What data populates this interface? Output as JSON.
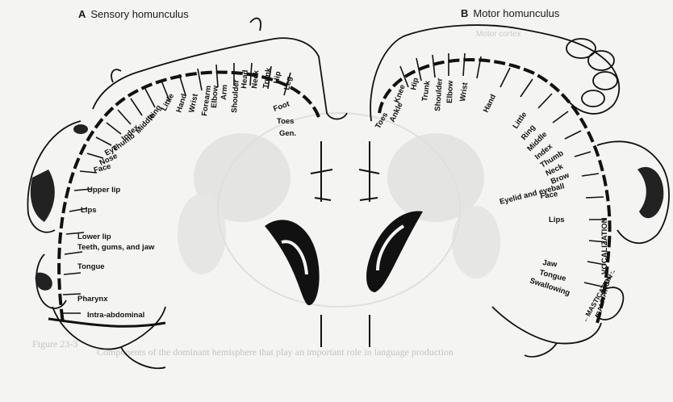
{
  "panel_a": {
    "letter": "A",
    "title": "Sensory homunculus",
    "labels": [
      "Toes",
      "Gen.",
      "Foot",
      "Leg",
      "Hip",
      "Trunk",
      "Neck",
      "Head",
      "Shoulder",
      "Arm",
      "Elbow",
      "Forearm",
      "Wrist",
      "Hand",
      "Little",
      "Ring",
      "Middle",
      "Index",
      "Thumb",
      "Eye",
      "Nose",
      "Face",
      "Upper lip",
      "Lips",
      "Lower lip",
      "Teeth, gums, and jaw",
      "Tongue",
      "Pharynx",
      "Intra-abdominal"
    ]
  },
  "panel_b": {
    "letter": "B",
    "title": "Motor homunculus",
    "labels": [
      "Toes",
      "Ankle",
      "Knee",
      "Hip",
      "Trunk",
      "Shoulder",
      "Elbow",
      "Wrist",
      "Hand",
      "Little",
      "Ring",
      "Middle",
      "Index",
      "Thumb",
      "Neck",
      "Brow",
      "Eyelid and eyeball",
      "Face",
      "Lips",
      "Jaw",
      "Tongue",
      "Swallowing",
      "VOCALIZATION",
      "←SALIVATION→",
      "←MASTICATION→"
    ]
  },
  "background_text": {
    "top": "Motor cortex",
    "caption_prefix": "Figure 23-3",
    "caption": "Components of the dominant hemisphere that play an important role in language production"
  }
}
